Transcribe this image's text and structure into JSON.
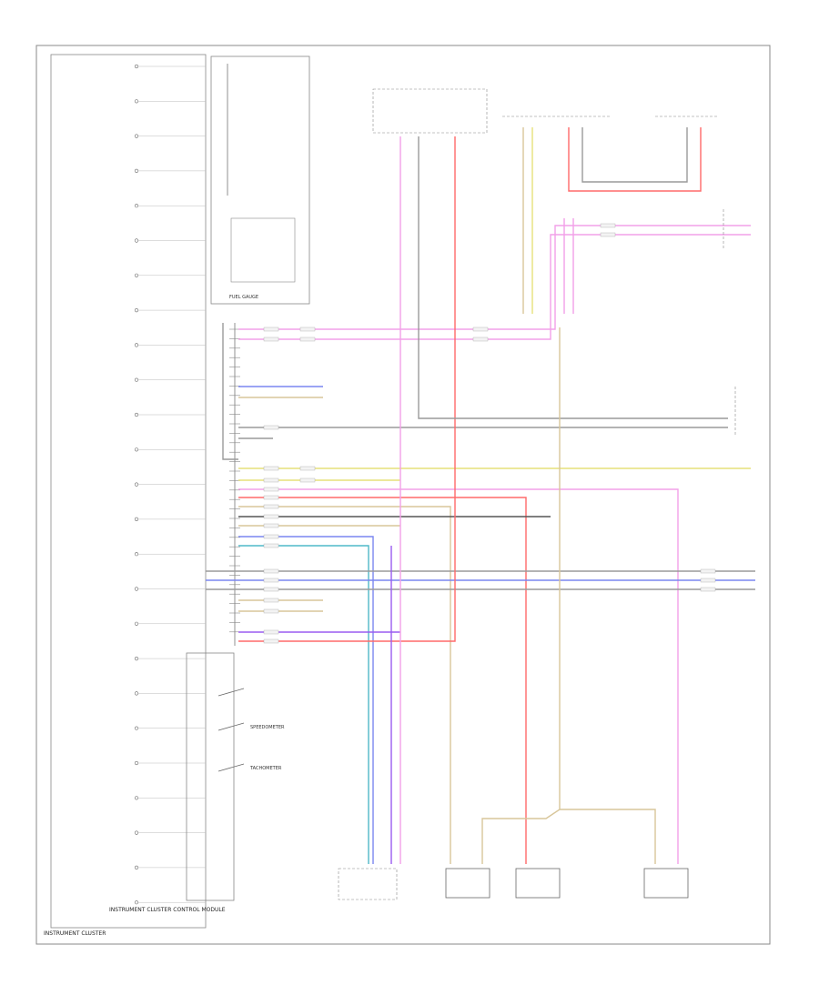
{
  "diagram": {
    "title": "INSTRUMENT CLUSTER",
    "corner_label": "",
    "cluster": {
      "indicators": [
        "",
        "",
        "",
        "",
        "",
        "",
        "",
        "",
        "",
        "",
        "",
        "",
        "",
        "",
        "",
        "",
        "",
        "",
        "",
        "",
        "",
        "",
        "",
        "",
        ""
      ],
      "switch_labels": [
        "",
        "",
        "",
        "",
        ""
      ],
      "gauge_labels": [
        "SPEEDOMETER",
        "TACHOMETER"
      ],
      "control_module": "INSTRUMENT CLUSTER CONTROL MODULE",
      "fuel_gauge": "FUEL GAUGE"
    },
    "components": {
      "hot_feed": "",
      "fuse_label": "",
      "fuse_block": "",
      "top_center_module": "",
      "top_right_sender": "",
      "fuel_sender": "",
      "right_module": "",
      "data_link": "",
      "ecm": "",
      "sensor_1": "",
      "sensor_2": "",
      "sensor_3": "",
      "seat_belt_switch": "",
      "legend_lines": [
        "",
        "",
        ""
      ]
    },
    "colors": {
      "pink": "#f2a0e8",
      "red": "#ff6a6a",
      "yellow": "#e6e07a",
      "blue": "#7a86f0",
      "purple": "#9a5cf0",
      "teal": "#4fb8c8",
      "tan": "#d8c69a",
      "gray": "#9a9a9a",
      "black": "#555555"
    }
  }
}
